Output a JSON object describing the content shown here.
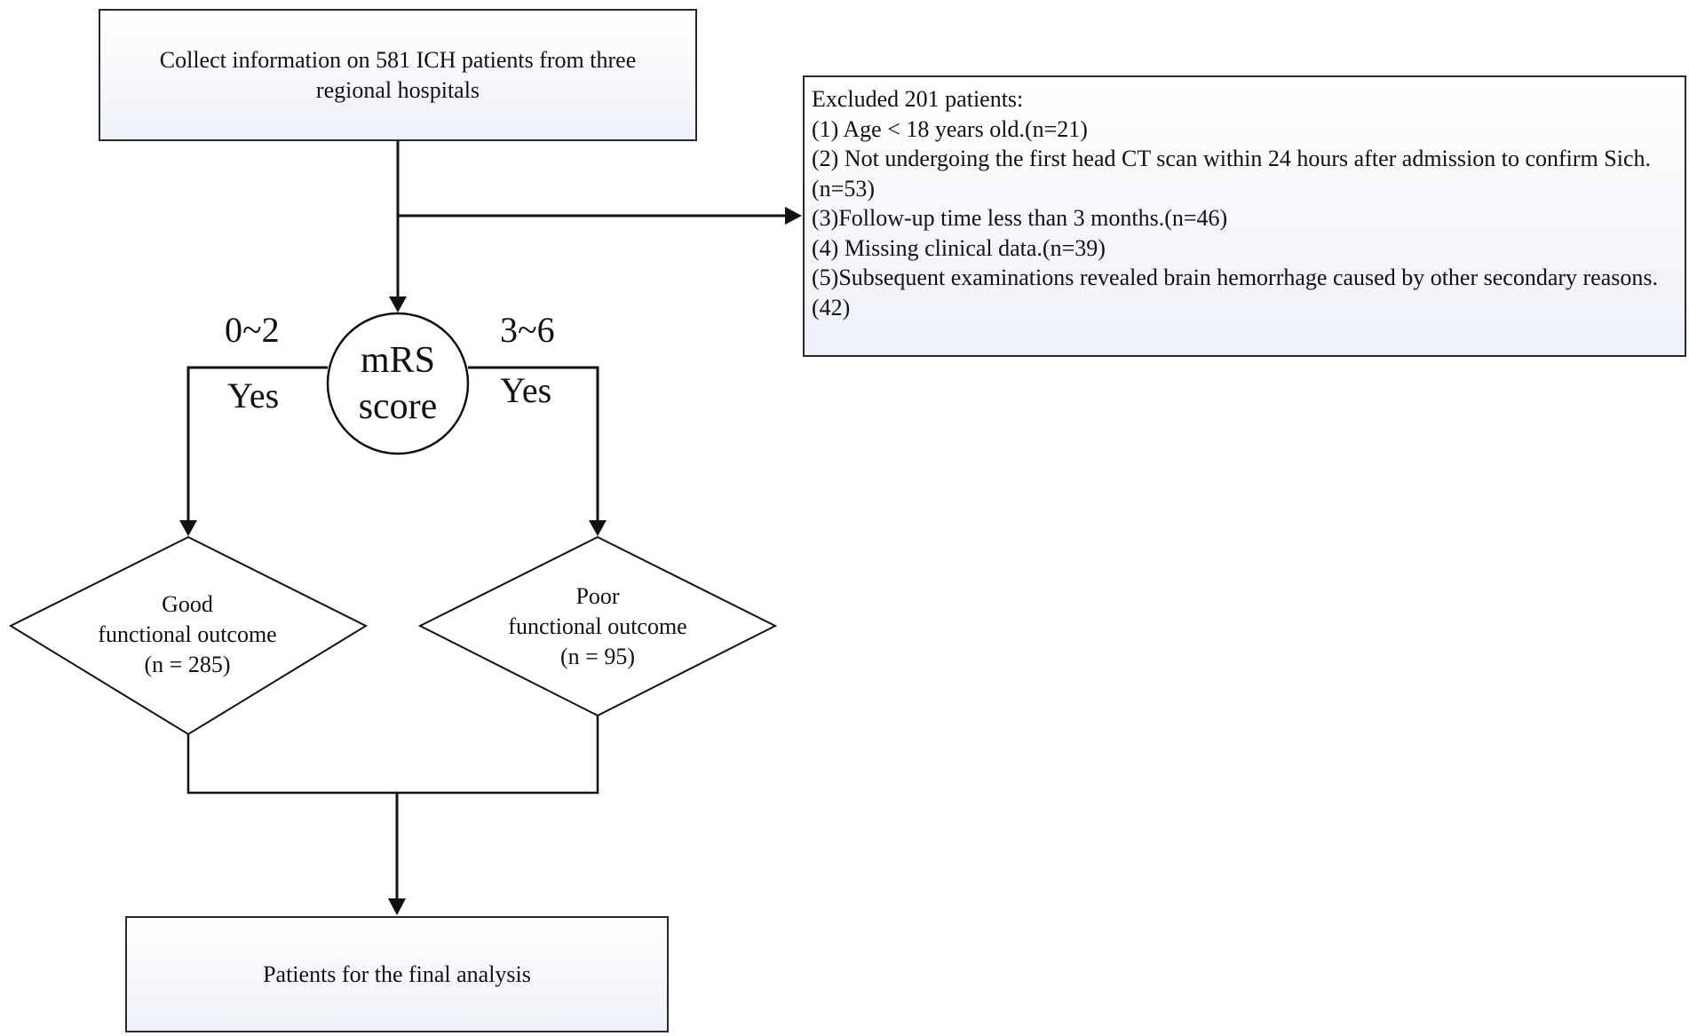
{
  "diagram": {
    "start_box": "Collect information on 581 ICH patients from three regional hospitals",
    "exclusion": {
      "title": "Excluded  201 patients:",
      "items": [
        "(1) Age < 18 years old.(n=21)",
        "(2) Not undergoing the first head CT scan within 24 hours after admission to confirm Sich.(n=53)",
        "(3)Follow-up time less than 3 months.(n=46)",
        "(4) Missing clinical data.(n=39)",
        "(5)Subsequent examinations revealed brain hemorrhage caused by other secondary reasons.(42)"
      ]
    },
    "decision": {
      "line1": "mRS",
      "line2": "score"
    },
    "left_branch": {
      "range": "0~2",
      "answer": "Yes"
    },
    "right_branch": {
      "range": "3~6",
      "answer": "Yes"
    },
    "good_outcome": {
      "line1": "Good",
      "line2": "functional outcome",
      "line3": "(n = 285)"
    },
    "poor_outcome": {
      "line1": "Poor",
      "line2": "functional outcome",
      "line3": "(n = 95)"
    },
    "final_box": "Patients for the final analysis"
  }
}
